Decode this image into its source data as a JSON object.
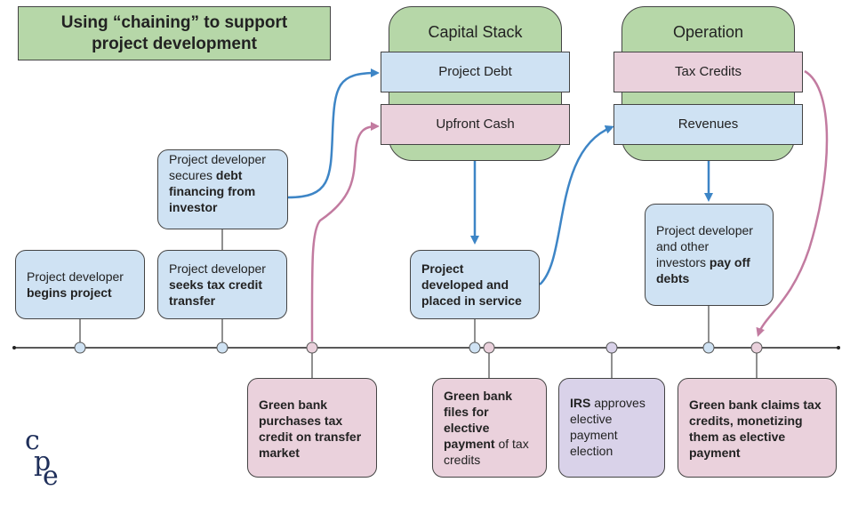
{
  "title": {
    "line1": "Using “chaining” to support",
    "line2": "project development"
  },
  "capital_stack": {
    "title": "Capital Stack",
    "debt": "Project Debt",
    "cash": "Upfront Cash"
  },
  "operation": {
    "title": "Operation",
    "tax_credits": "Tax Credits",
    "revenues": "Revenues"
  },
  "boxes": {
    "begins": {
      "pre": "Project developer",
      "bold": "begins project"
    },
    "seeks": {
      "pre": "Project developer",
      "bold": "seeks tax credit transfer"
    },
    "secures": {
      "pre": "Project developer secures",
      "bold": "debt financing from investor"
    },
    "developed": {
      "bold": "Project developed and placed in service"
    },
    "payoff": {
      "pre": "Project developer and other investors",
      "bold": "pay off debts"
    },
    "purchases": {
      "bold": "Green bank purchases tax credit on transfer market"
    },
    "files": {
      "bold1": "Green bank files for elective payment",
      "post": "of tax credits"
    },
    "irs": {
      "bold": "IRS",
      "post": "approves elective payment election"
    },
    "claims": {
      "bold": "Green bank claims tax credits, monetizing them as elective payment"
    }
  },
  "logo": {
    "top": "c",
    "mid": "p",
    "bottom": "e"
  },
  "colors": {
    "blue": "#cfe2f3",
    "pink": "#ead1dc",
    "purple": "#d9d2e9",
    "green": "#b6d7a8",
    "blue_arrow": "#3d85c6",
    "pink_arrow": "#c27ba0"
  }
}
